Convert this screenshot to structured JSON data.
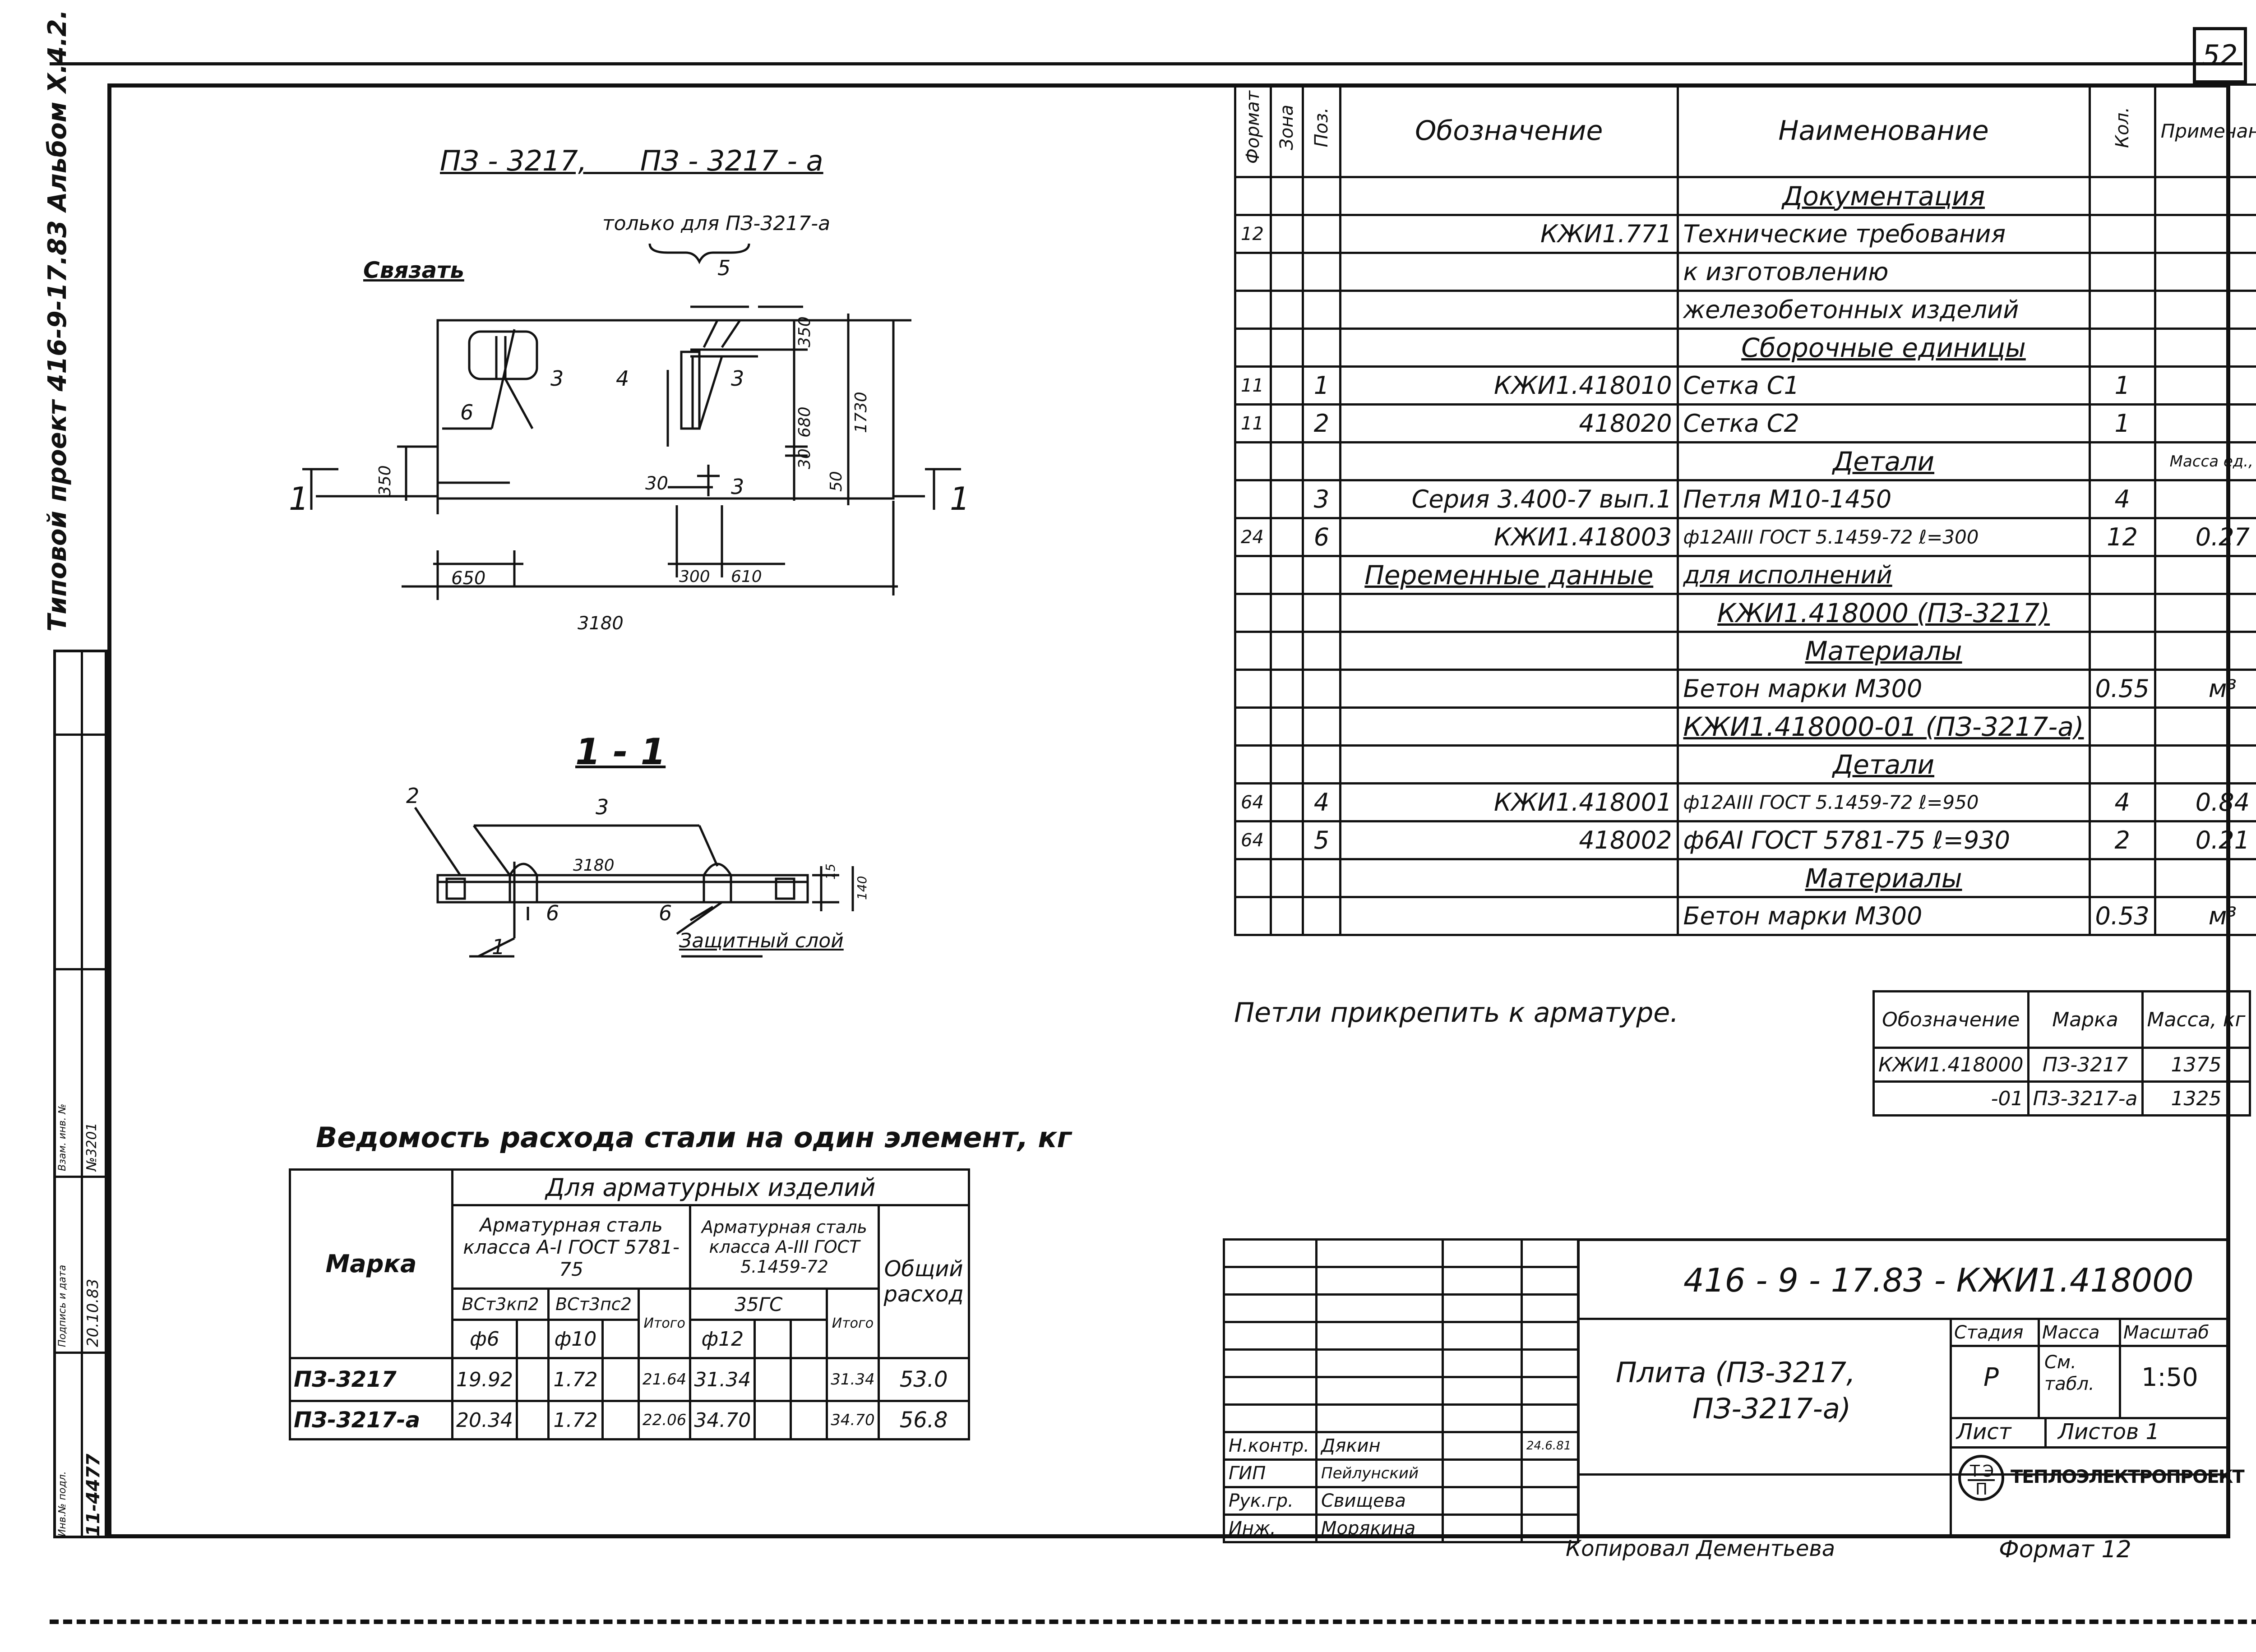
{
  "page_number": "52",
  "sidebar": {
    "title": "Типовой проект 416-9-17.83 Альбом X.4.2.",
    "stamp_inv": "Инв.№ подл.",
    "stamp_inv_val": "11-4477",
    "stamp_sign": "Подпись и дата",
    "stamp_sign_val": "20.10.83",
    "stamp_vzam": "Взам. инв. №",
    "stamp_vzam_val": "№3201"
  },
  "plan": {
    "title": "ПЗ - 3217,      ПЗ - 3217 - а",
    "only_for": "только для  ПЗ-3217-а",
    "tie": "Связать",
    "callouts": [
      "3",
      "6",
      "4",
      "3",
      "5",
      "3"
    ],
    "dims": [
      "350",
      "650",
      "3180",
      "30",
      "300",
      "610",
      "350",
      "680",
      "30",
      "1730",
      "50"
    ],
    "cut_left": "1",
    "cut_right": "1"
  },
  "section": {
    "title": "1 - 1",
    "callouts": [
      "2",
      "3",
      "1",
      "6",
      "6"
    ],
    "dims": [
      "3180",
      "15",
      "140"
    ],
    "cover": "Защитный слой"
  },
  "spec": {
    "headers": [
      "Формат",
      "Зона",
      "Поз.",
      "Обозначение",
      "Наименование",
      "Кол.",
      "Примечание"
    ],
    "rows": [
      {
        "type": "sec",
        "name": "Документация"
      },
      {
        "f": "12",
        "pos": "",
        "desig": "КЖИ1.771",
        "name": "Технические требования",
        "qty": "",
        "note": ""
      },
      {
        "f": "",
        "pos": "",
        "desig": "",
        "name": "к изготовлению",
        "qty": "",
        "note": ""
      },
      {
        "f": "",
        "pos": "",
        "desig": "",
        "name": "железобетонных изделий",
        "qty": "",
        "note": ""
      },
      {
        "type": "sec",
        "name": "Сборочные единицы"
      },
      {
        "f": "11",
        "pos": "1",
        "desig": "КЖИ1.418010",
        "name": "Сетка С1",
        "qty": "1",
        "note": ""
      },
      {
        "f": "11",
        "pos": "2",
        "desig": "418020",
        "name": "Сетка С2",
        "qty": "1",
        "note": ""
      },
      {
        "type": "sec",
        "name": "Детали",
        "note": "Масса ед., кг"
      },
      {
        "f": "",
        "pos": "3",
        "desig": "Серия 3.400-7 вып.1",
        "name": "Петля   М10-1450",
        "qty": "4",
        "note": ""
      },
      {
        "f": "24",
        "pos": "6",
        "desig": "КЖИ1.418003",
        "name": "ф12АIII ГОСТ 5.1459-72 ℓ=300",
        "qty": "12",
        "note": "0.27"
      },
      {
        "f": "",
        "pos": "",
        "desig": "Переменные данные",
        "name": "для исполнений",
        "qty": "",
        "note": "",
        "ul": true
      },
      {
        "type": "sec",
        "name": "КЖИ1.418000 (ПЗ-3217)"
      },
      {
        "type": "sec",
        "name": "Материалы"
      },
      {
        "f": "",
        "pos": "",
        "desig": "",
        "name": "Бетон марки М300",
        "qty": "0.55",
        "note": "м³"
      },
      {
        "type": "sec",
        "name": "КЖИ1.418000-01 (ПЗ-3217-а)"
      },
      {
        "type": "sec",
        "name": "Детали"
      },
      {
        "f": "64",
        "pos": "4",
        "desig": "КЖИ1.418001",
        "name": "ф12АIII ГОСТ 5.1459-72 ℓ=950",
        "qty": "4",
        "note": "0.84"
      },
      {
        "f": "64",
        "pos": "5",
        "desig": "418002",
        "name": "ф6АI ГОСТ 5781-75 ℓ=930",
        "qty": "2",
        "note": "0.21"
      },
      {
        "type": "sec",
        "name": "Материалы"
      },
      {
        "f": "",
        "pos": "",
        "desig": "",
        "name": "Бетон марки М300",
        "qty": "0.53",
        "note": "м³"
      }
    ]
  },
  "note_loops": "Петли прикрепить к арматуре.",
  "mass_table": {
    "headers": [
      "Обозначение",
      "Марка",
      "Масса, кг"
    ],
    "rows": [
      [
        "КЖИ1.418000",
        "ПЗ-3217",
        "1375"
      ],
      [
        "-01",
        "ПЗ-3217-а",
        "1325"
      ]
    ]
  },
  "steel": {
    "title": "Ведомость расхода стали на один элемент, кг",
    "h_mark": "Марка",
    "h_for": "Для арматурных изделий",
    "h_a1": "Арматурная сталь класса А-I ГОСТ 5781-75",
    "h_a3": "Арматурная сталь класса А-III ГОСТ 5.1459-72",
    "h_total": "Общий расход",
    "h_st1": "ВСт3кп2",
    "h_st2": "ВСт3пс2",
    "h_35gs": "35ГС",
    "h_d6": "ф6",
    "h_d10": "ф10",
    "h_sum": "Итого",
    "h_d12": "ф12",
    "rows": [
      [
        "ПЗ-3217",
        "19.92",
        "1.72",
        "21.64",
        "31.34",
        "31.34",
        "53.0"
      ],
      [
        "ПЗ-3217-а",
        "20.34",
        "1.72",
        "22.06",
        "34.70",
        "34.70",
        "56.8"
      ]
    ]
  },
  "title_block": {
    "code": "416 - 9 - 17.83 - КЖИ1.418000",
    "name_line1": "Плита (ПЗ-3217,",
    "name_line2": "ПЗ-3217-а)",
    "stage_h": "Стадия",
    "mass_h": "Масса",
    "scale_h": "Масштаб",
    "stage": "Р",
    "mass": "См. табл.",
    "scale": "1:50",
    "sheet": "Лист",
    "sheets": "Листов 1",
    "org": "ТЕПЛОЭЛЕКТРОПРОЕКТ",
    "people": [
      [
        "Н.контр.",
        "Дякин",
        "24.6.81"
      ],
      [
        "ГИП",
        "Пейлунский",
        ""
      ],
      [
        "Рук.гр.",
        "Свищева",
        ""
      ],
      [
        "Инж.",
        "Морякина",
        ""
      ]
    ],
    "copied": "Копировал  Дементьева",
    "format": "Формат 12"
  }
}
